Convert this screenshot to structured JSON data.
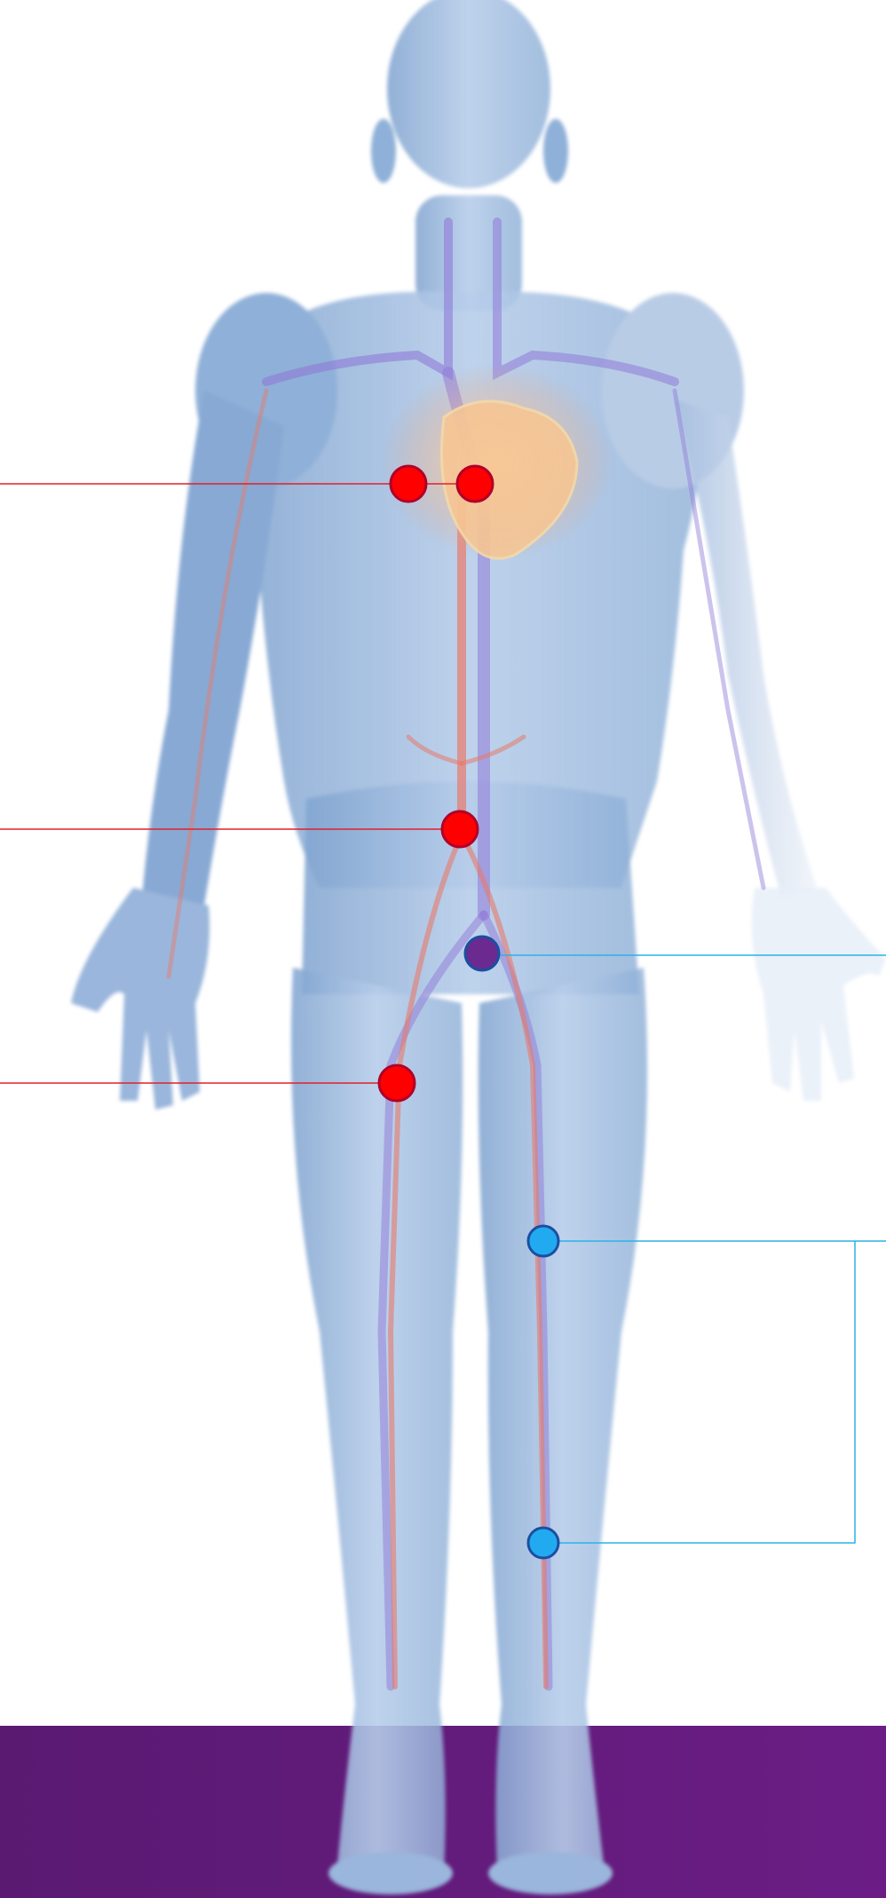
{
  "colors": {
    "background": "#ffffff",
    "footer_band": "#5e1a75",
    "arterial_marker": "#ff0000",
    "arterial_marker_edge": "#b0002a",
    "venous_marker": "#22aaf0",
    "venous_marker_edge": "#1a4fa0",
    "transition_marker": "#6b2a90",
    "arterial_leader": "#e0202a",
    "venous_leader": "#29b3e6",
    "body_fill": "#8aaed6",
    "vessel_artery": "#e87a6a",
    "vessel_vein": "#8f7ad8",
    "heart": "#f4b58a"
  },
  "figure": {
    "subject": "male-body",
    "markers": [
      {
        "id": "heart-left",
        "type": "arterial"
      },
      {
        "id": "heart-right",
        "type": "arterial"
      },
      {
        "id": "abdominal-aorta",
        "type": "arterial"
      },
      {
        "id": "iliac-bifurcation",
        "type": "transition"
      },
      {
        "id": "femoral",
        "type": "arterial"
      },
      {
        "id": "popliteal-upper",
        "type": "venous"
      },
      {
        "id": "popliteal-lower",
        "type": "venous"
      }
    ]
  }
}
